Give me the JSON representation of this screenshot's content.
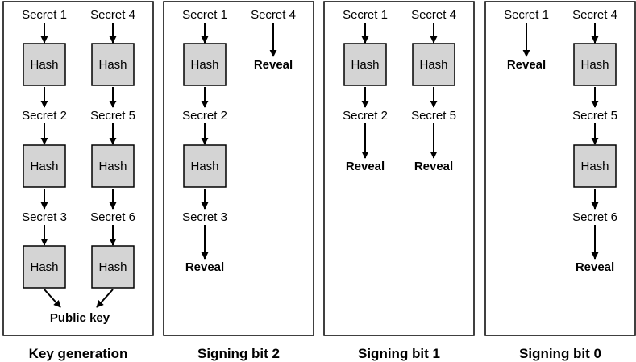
{
  "panels": [
    {
      "caption": "Key generation",
      "nodes": [
        {
          "kind": "text",
          "text": "Secret 1",
          "col": 0,
          "row": 0
        },
        {
          "kind": "hash",
          "text": "Hash",
          "col": 0,
          "row": 1
        },
        {
          "kind": "text",
          "text": "Secret 2",
          "col": 0,
          "row": 2
        },
        {
          "kind": "hash",
          "text": "Hash",
          "col": 0,
          "row": 3
        },
        {
          "kind": "text",
          "text": "Secret 3",
          "col": 0,
          "row": 4
        },
        {
          "kind": "hash",
          "text": "Hash",
          "col": 0,
          "row": 5
        },
        {
          "kind": "text",
          "text": "Secret 4",
          "col": 1,
          "row": 0
        },
        {
          "kind": "hash",
          "text": "Hash",
          "col": 1,
          "row": 1
        },
        {
          "kind": "text",
          "text": "Secret 5",
          "col": 1,
          "row": 2
        },
        {
          "kind": "hash",
          "text": "Hash",
          "col": 1,
          "row": 3
        },
        {
          "kind": "text",
          "text": "Secret 6",
          "col": 1,
          "row": 4
        },
        {
          "kind": "hash",
          "text": "Hash",
          "col": 1,
          "row": 5
        }
      ],
      "public_key": "Public key"
    },
    {
      "caption": "Signing bit 2",
      "nodes": [
        {
          "kind": "text",
          "text": "Secret 1",
          "col": 0,
          "row": 0
        },
        {
          "kind": "hash",
          "text": "Hash",
          "col": 0,
          "row": 1
        },
        {
          "kind": "text",
          "text": "Secret 2",
          "col": 0,
          "row": 2
        },
        {
          "kind": "hash",
          "text": "Hash",
          "col": 0,
          "row": 3
        },
        {
          "kind": "text",
          "text": "Secret 3",
          "col": 0,
          "row": 4
        },
        {
          "kind": "reveal",
          "text": "Reveal",
          "col": 0,
          "row": 5
        },
        {
          "kind": "text",
          "text": "Secret 4",
          "col": 1,
          "row": 0
        },
        {
          "kind": "reveal",
          "text": "Reveal",
          "col": 1,
          "row": 1
        }
      ]
    },
    {
      "caption": "Signing bit 1",
      "nodes": [
        {
          "kind": "text",
          "text": "Secret 1",
          "col": 0,
          "row": 0
        },
        {
          "kind": "hash",
          "text": "Hash",
          "col": 0,
          "row": 1
        },
        {
          "kind": "text",
          "text": "Secret 2",
          "col": 0,
          "row": 2
        },
        {
          "kind": "reveal",
          "text": "Reveal",
          "col": 0,
          "row": 3
        },
        {
          "kind": "text",
          "text": "Secret 4",
          "col": 1,
          "row": 0
        },
        {
          "kind": "hash",
          "text": "Hash",
          "col": 1,
          "row": 1
        },
        {
          "kind": "text",
          "text": "Secret 5",
          "col": 1,
          "row": 2
        },
        {
          "kind": "reveal",
          "text": "Reveal",
          "col": 1,
          "row": 3
        }
      ]
    },
    {
      "caption": "Signing bit 0",
      "nodes": [
        {
          "kind": "text",
          "text": "Secret 1",
          "col": 0,
          "row": 0
        },
        {
          "kind": "reveal",
          "text": "Reveal",
          "col": 0,
          "row": 1
        },
        {
          "kind": "text",
          "text": "Secret 4",
          "col": 1,
          "row": 0
        },
        {
          "kind": "hash",
          "text": "Hash",
          "col": 1,
          "row": 1
        },
        {
          "kind": "text",
          "text": "Secret 5",
          "col": 1,
          "row": 2
        },
        {
          "kind": "hash",
          "text": "Hash",
          "col": 1,
          "row": 3
        },
        {
          "kind": "text",
          "text": "Secret 6",
          "col": 1,
          "row": 4
        },
        {
          "kind": "reveal",
          "text": "Reveal",
          "col": 1,
          "row": 5
        }
      ]
    }
  ]
}
